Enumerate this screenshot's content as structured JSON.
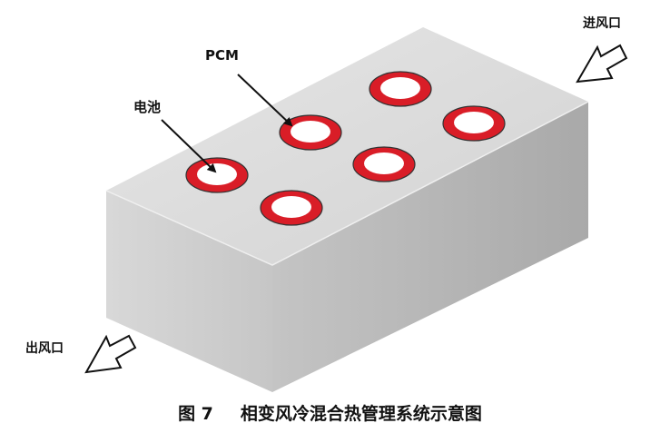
{
  "labels": {
    "pcm": "PCM",
    "battery": "电池",
    "air_inlet": "进风口",
    "air_outlet": "出风口"
  },
  "caption": {
    "number": "图 7",
    "title": "相变风冷混合热管理系统示意图"
  },
  "colors": {
    "top_face": "#dcdcdc",
    "front_face": "#cdcdcd",
    "right_face": "#b9b9b9",
    "pcm_ring": "#d91d27",
    "battery_core": "#ffffff",
    "outline": "#222222"
  },
  "cells": {
    "count": 6
  }
}
